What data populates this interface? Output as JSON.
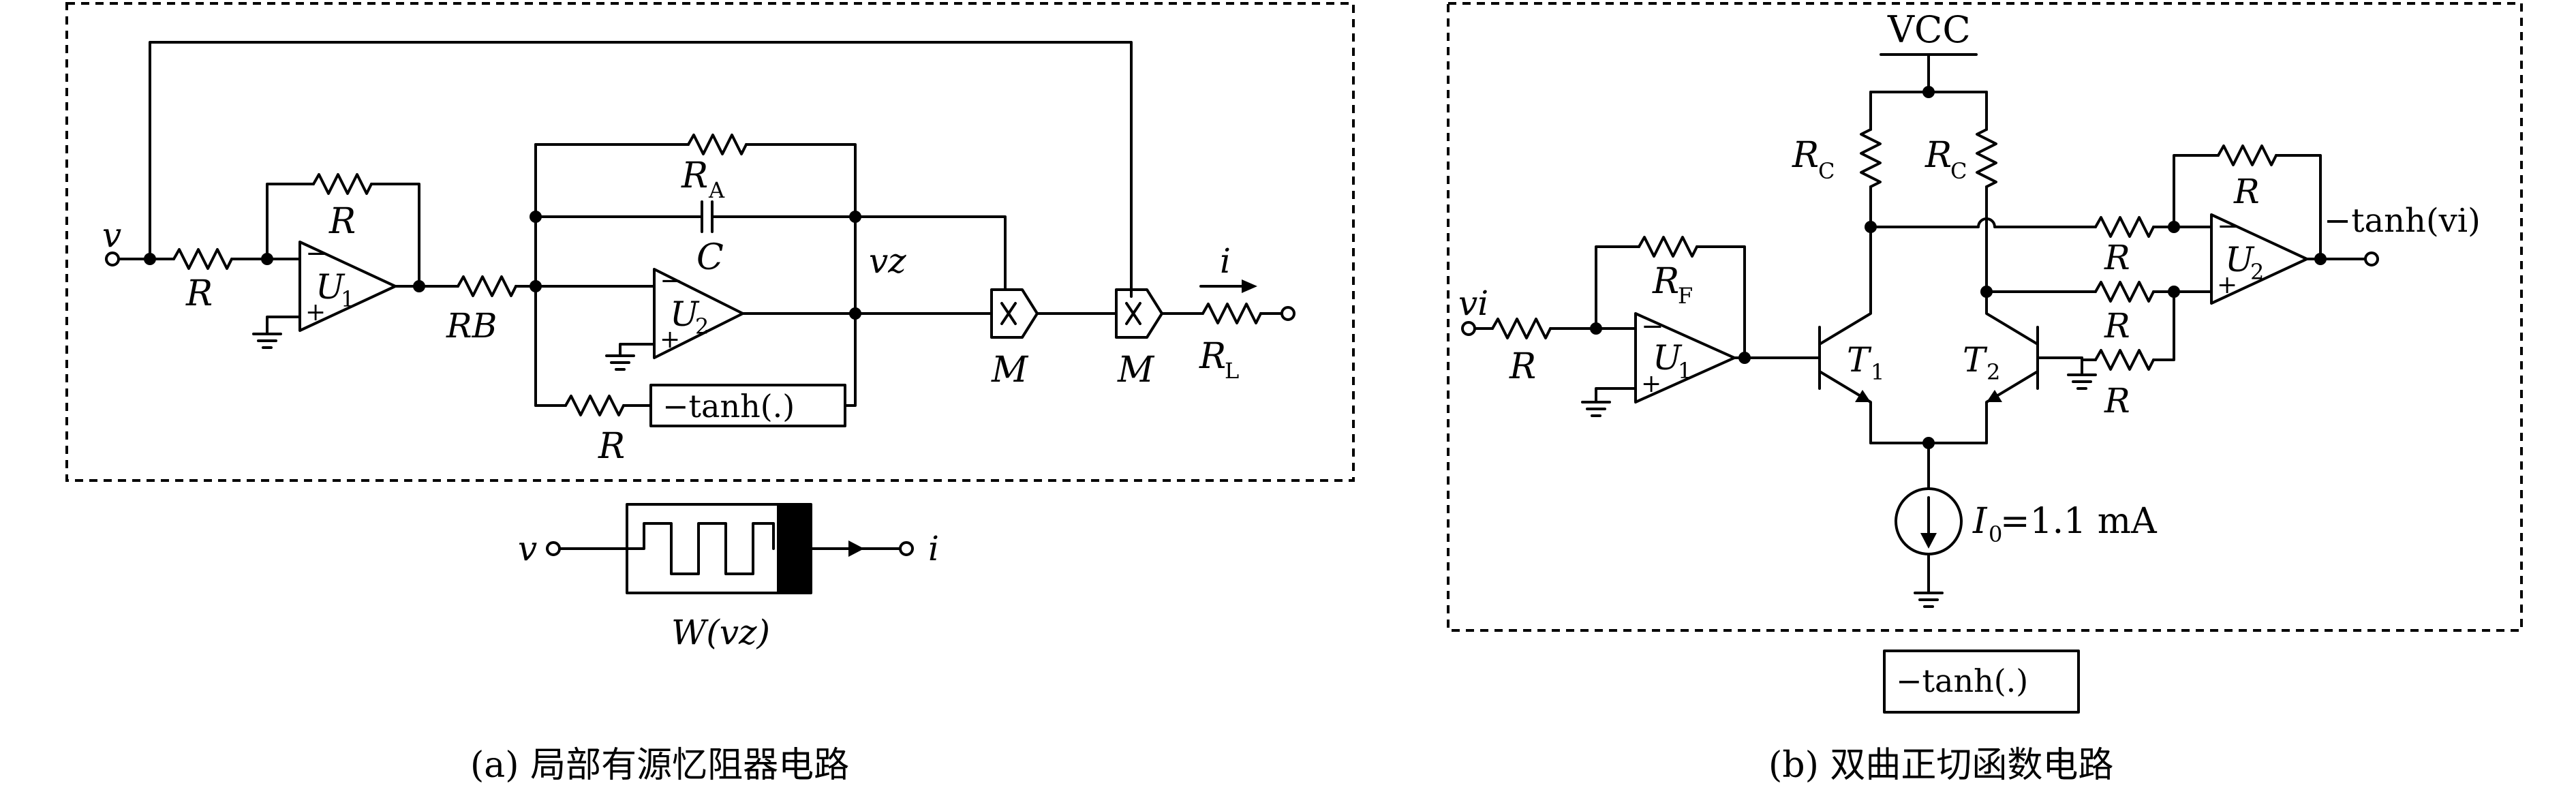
{
  "left_circuit": {
    "label_v_in": "v",
    "label_r_in": "R",
    "label_r_fb": "R",
    "label_u1": "U",
    "label_u1_sub": "1",
    "label_rb": "RB",
    "label_ra": "R",
    "label_ra_sub": "A",
    "label_c": "C",
    "label_u2": "U",
    "label_u2_sub": "2",
    "label_vz": "vz",
    "label_tanh": "−tanh(.)",
    "label_r_bottom": "R",
    "label_m1": "M",
    "label_m2": "M",
    "label_i": "i",
    "label_rl": "R",
    "label_rl_sub": "L"
  },
  "symbol": {
    "label_v": "v",
    "label_i": "i",
    "label_w": "W(vz)"
  },
  "right_circuit": {
    "label_vcc": "VCC",
    "label_rc_left": "R",
    "label_rc_left_sub": "C",
    "label_rc_right": "R",
    "label_rc_right_sub": "C",
    "label_vi": "vi",
    "label_r_in": "R",
    "label_rf": "R",
    "label_rf_sub": "F",
    "label_u1": "U",
    "label_u1_sub": "1",
    "label_t1": "T",
    "label_t1_sub": "1",
    "label_t2": "T",
    "label_t2_sub": "2",
    "label_r_top": "R",
    "label_r_a": "R",
    "label_r_b": "R",
    "label_r_c": "R",
    "label_u2": "U",
    "label_u2_sub": "2",
    "label_out": "−tanh(vi)",
    "label_i0": "I",
    "label_i0_sub": "0",
    "label_i0_value": "=1.1 mA",
    "label_tanh_box": "−tanh(.)"
  },
  "captions": {
    "left": "(a) 局部有源忆阻器电路",
    "right": "(b) 双曲正切函数电路"
  }
}
